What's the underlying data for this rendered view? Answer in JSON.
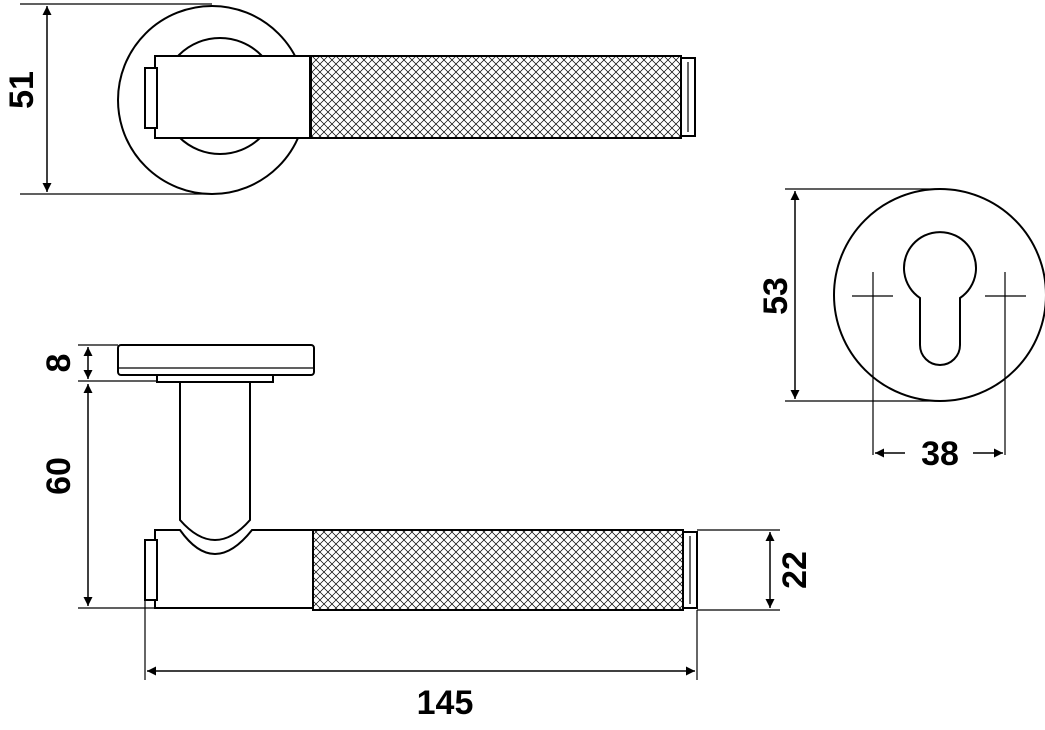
{
  "dimensions": {
    "top_view_height": "51",
    "rose_height": "8",
    "stem_height": "60",
    "grip_thickness": "22",
    "overall_length": "145",
    "escutcheon_diameter": "53",
    "cylinder_spacing": "38"
  },
  "colors": {
    "line": "#000000",
    "background": "#ffffff"
  }
}
